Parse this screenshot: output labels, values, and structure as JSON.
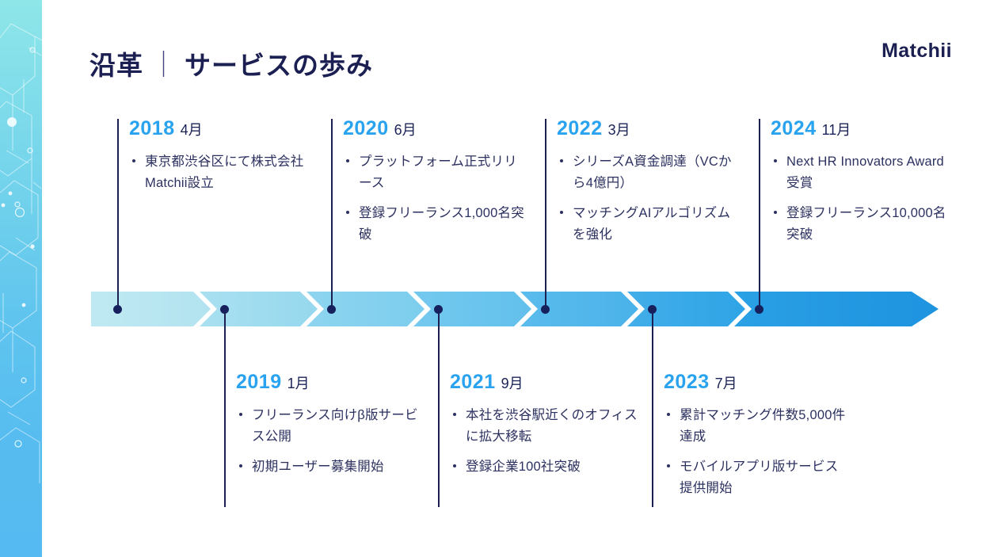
{
  "header": {
    "title_main": "沿革",
    "title_separator": "｜",
    "title_sub": "サービスの歩み",
    "brand": "Matchii"
  },
  "colors": {
    "year_blue": "#29a3ef",
    "navy": "#1b1f52",
    "body_text": "#2c3160",
    "rail_top": "#8ee6e8",
    "rail_bottom": "#54baf1",
    "arrow_start": "#b8e7f0",
    "arrow_end": "#1e96e0"
  },
  "timeline": {
    "segments": [
      {
        "fill_from": "#bfe9f2",
        "fill_to": "#b4e4f0"
      },
      {
        "fill_from": "#a8dff0",
        "fill_to": "#96d8ee"
      },
      {
        "fill_from": "#8ed5ef",
        "fill_to": "#7ccdee"
      },
      {
        "fill_from": "#74c9ee",
        "fill_to": "#62c0ec"
      },
      {
        "fill_from": "#5bbcec",
        "fill_to": "#4ab2ea"
      },
      {
        "fill_from": "#42aee9",
        "fill_to": "#2fa4e6"
      },
      {
        "fill_from": "#2aa0e5",
        "fill_to": "#1e93df"
      }
    ],
    "milestones": [
      {
        "year": "2018",
        "month": "4月",
        "position": "above",
        "items": [
          "東京都渋谷区にて株式会社Matchii設立"
        ],
        "items_lines": [
          [
            "東京都渋谷区にて",
            "株式会社Matchii",
            "設立"
          ]
        ]
      },
      {
        "year": "2019",
        "month": "1月",
        "position": "below",
        "items": [
          "フリーランス向けβ版サービス公開",
          "初期ユーザー募集開始"
        ],
        "items_lines": [
          [
            "フリーランス向け",
            "β版サービス公開"
          ],
          [
            "初期ユーザー募集",
            "開始"
          ]
        ]
      },
      {
        "year": "2020",
        "month": "6月",
        "position": "above",
        "items": [
          "プラットフォーム正式リリース",
          "登録フリーランス1,000名突破"
        ],
        "items_lines": [
          [
            "プラットフォーム",
            "正式リリース"
          ],
          [
            "登録フリーランス",
            "1,000名突破"
          ]
        ]
      },
      {
        "year": "2021",
        "month": "9月",
        "position": "below",
        "items": [
          "本社を渋谷駅近くのオフィスに拡大移転",
          "登録企業100社突破"
        ],
        "items_lines": [
          [
            "本社を渋谷駅近くの",
            "オフィスに拡大移転"
          ],
          [
            "登録企業100社突破"
          ]
        ]
      },
      {
        "year": "2022",
        "month": "3月",
        "position": "above",
        "items": [
          "シリーズA資金調達（VCから4億円）",
          "マッチングAIアルゴリズムを強化"
        ],
        "items_lines": [
          [
            "シリーズA資金調達",
            "（VCから4億円）"
          ],
          [
            "マッチングAIアル",
            "ゴリズムを強化"
          ]
        ]
      },
      {
        "year": "2023",
        "month": "7月",
        "position": "below",
        "items": [
          "累計マッチング件数5,000件達成",
          "モバイルアプリ版サービス提供開始"
        ],
        "items_lines": [
          [
            "累計マッチング件数",
            "5,000件達成"
          ],
          [
            "モバイルアプリ版",
            "サービス提供開始"
          ]
        ]
      },
      {
        "year": "2024",
        "month": "11月",
        "position": "above",
        "items": [
          "Next HR Innovators Award 受賞",
          "登録フリーランス10,000名突破"
        ],
        "items_lines": [
          [
            "Next HR Innovators",
            "Award 受賞"
          ],
          [
            "登録フリーランス",
            "10,000名突破"
          ]
        ]
      }
    ]
  }
}
